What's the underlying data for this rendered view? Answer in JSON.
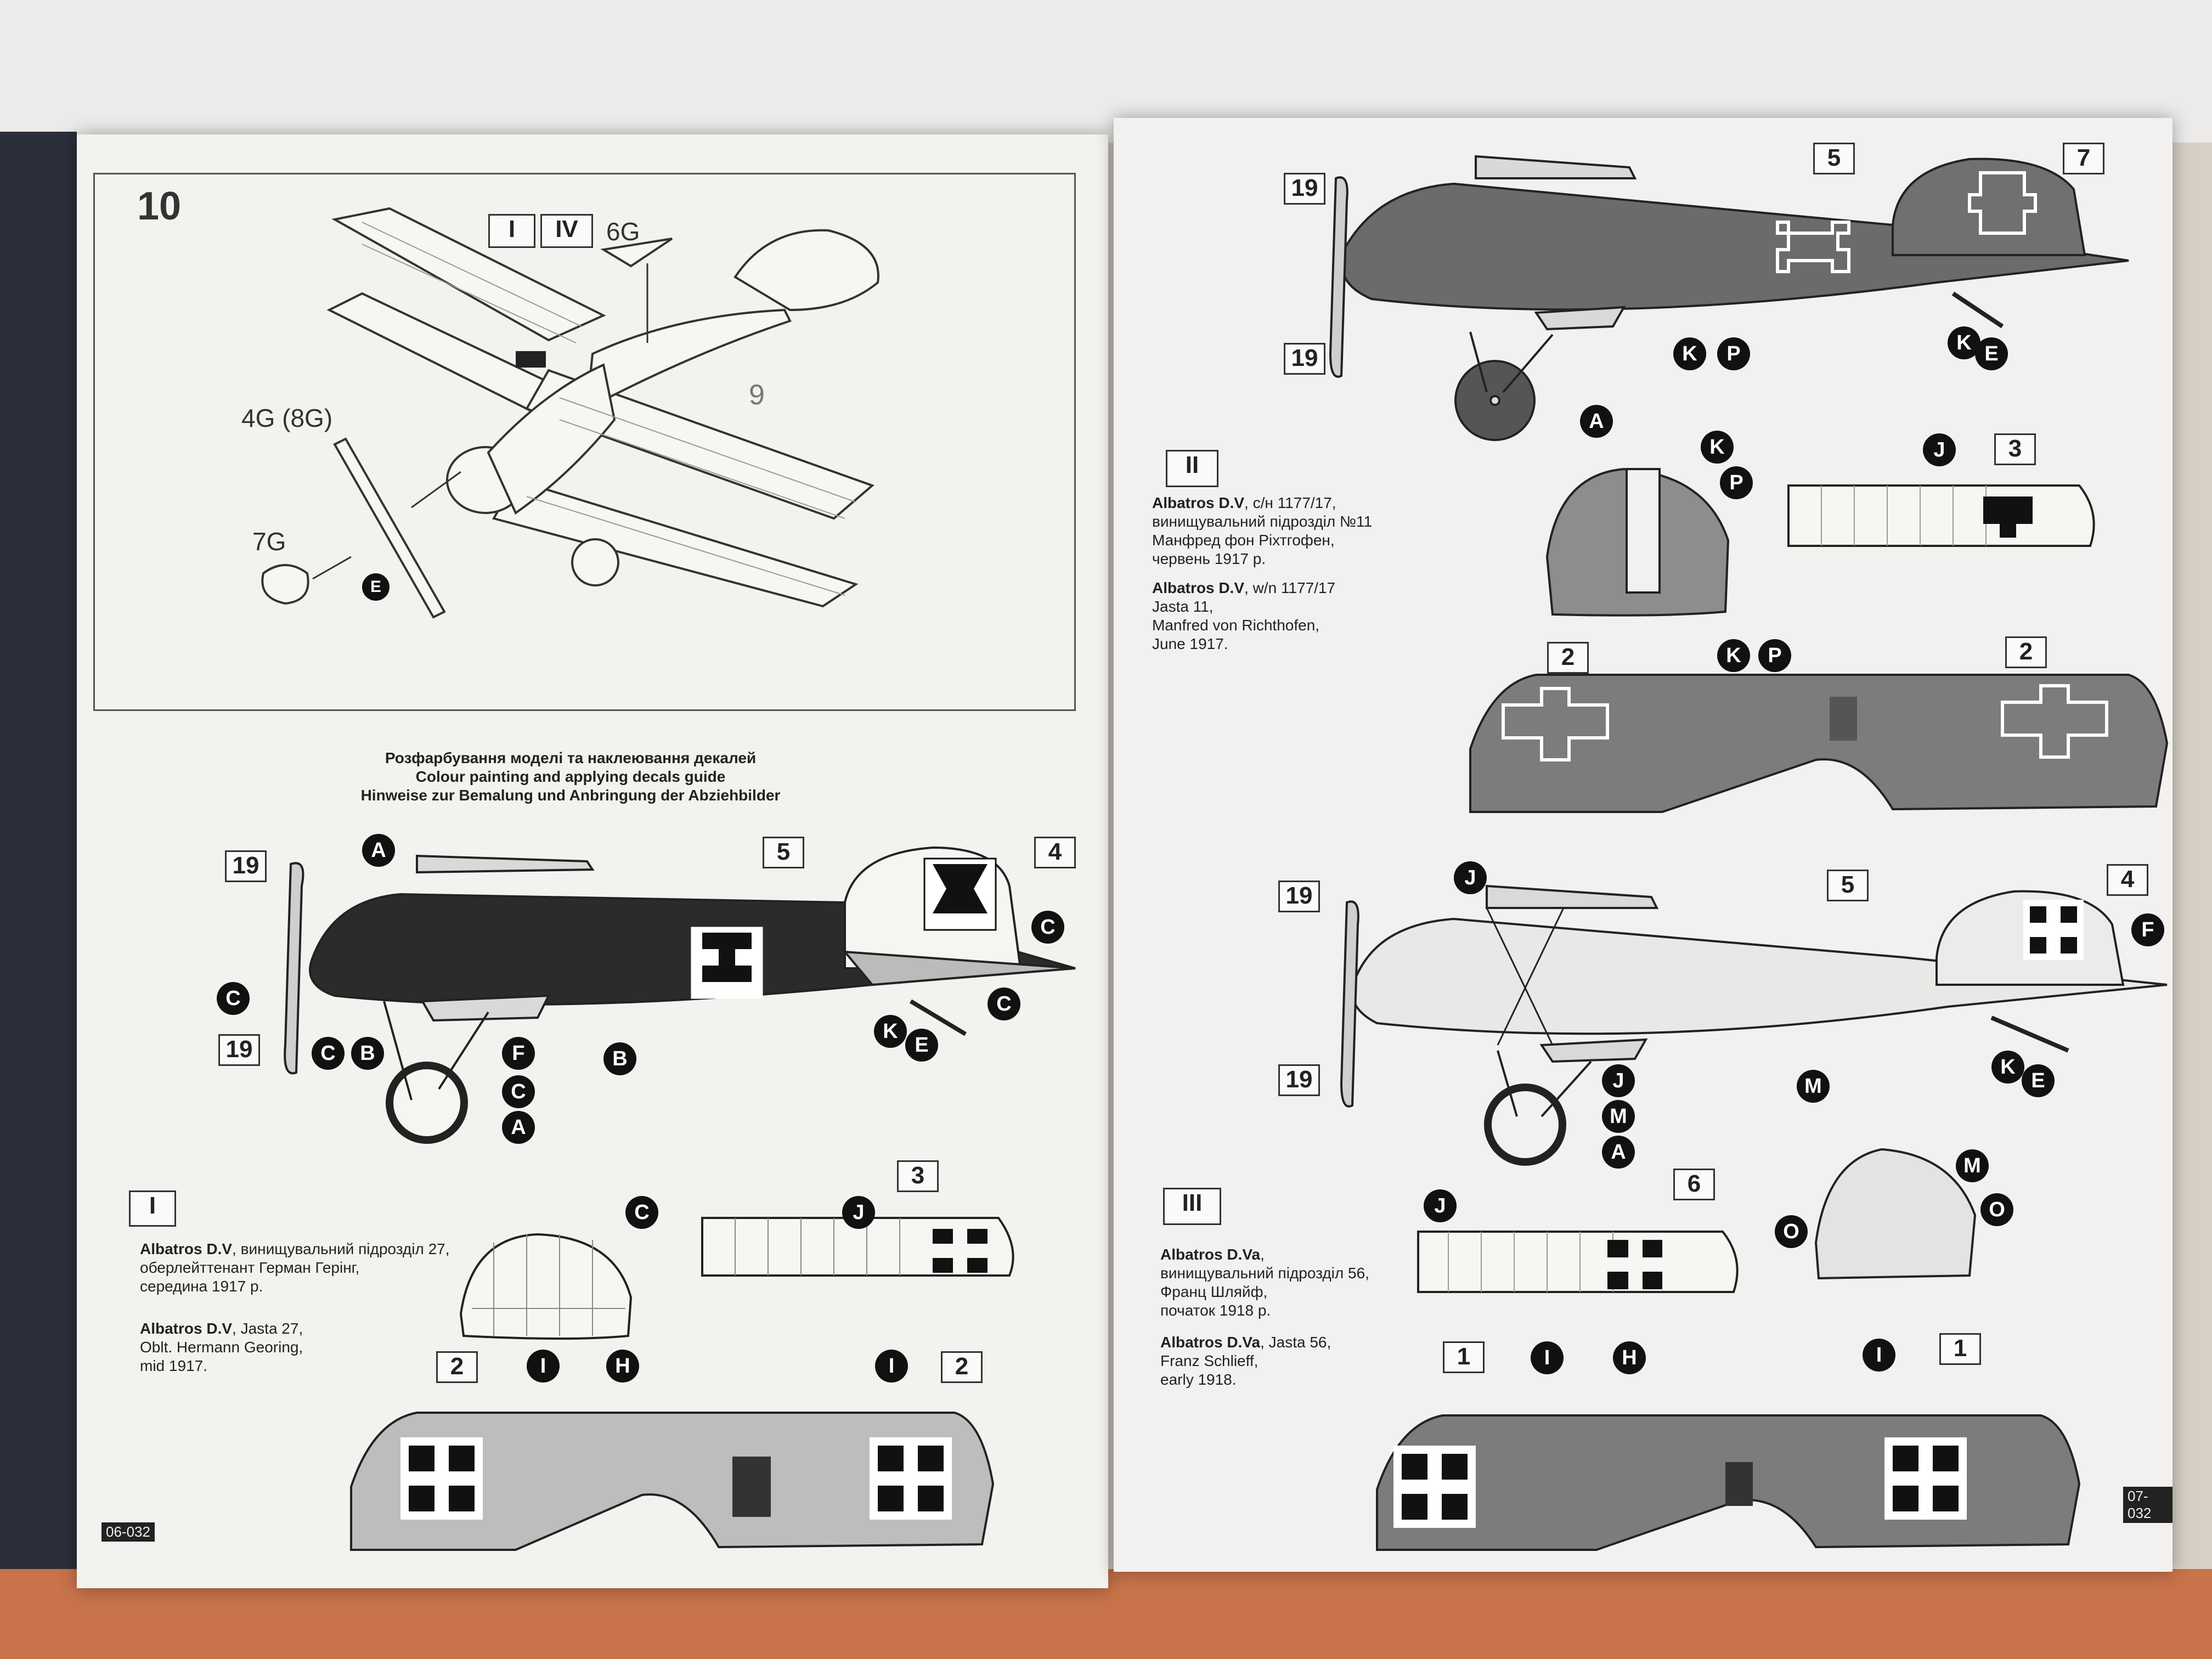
{
  "left_page": {
    "step_number": "10",
    "assembly_labels": {
      "box_i": "I",
      "box_iv": "IV",
      "part_6g": "6G",
      "part_4g": "4G (8G)",
      "part_7g": "7G",
      "part_9": "9",
      "marker_e": "E"
    },
    "guide_title": [
      "Розфарбування моделі та наклеювання декалей",
      "Colour painting  and applying decals guide",
      "Hinweise zur Bemalung und Anbringung der Abziehbilder"
    ],
    "scheme_number": "I",
    "scheme_text_ua": {
      "name": "Albatros D.V",
      "rest1": ", винищувальний підрозділ 27,",
      "line2": "оберлейттенант Герман Герінг,",
      "line3": "середина 1917 р."
    },
    "scheme_text_en": {
      "name": "Albatros D.V",
      "rest1": ", Jasta 27,",
      "line2": "Oblt. Hermann Georing,",
      "line3": "mid 1917."
    },
    "decals": {
      "d19a": "19",
      "d19b": "19",
      "d5": "5",
      "d4": "4",
      "d3": "3",
      "d2a": "2",
      "d2b": "2"
    },
    "colour_keys": {
      "A1": "A",
      "A2": "A",
      "C1": "C",
      "C2": "C",
      "C3": "C",
      "C4": "C",
      "C5": "C",
      "C6": "C",
      "B1": "B",
      "B2": "B",
      "F": "F",
      "K": "K",
      "E": "E",
      "J": "J",
      "I1": "I",
      "I2": "I",
      "H": "H"
    },
    "page_code": "06-032"
  },
  "right_page": {
    "scheme_ii_number": "II",
    "scheme_ii_ua": {
      "name": "Albatros D.V",
      "rest1": ", с/н 1177/17,",
      "line2": "винищувальний підрозділ №11",
      "line3": "Манфред фон Ріхтгофен,",
      "line4": "червень 1917 р."
    },
    "scheme_ii_en": {
      "name": "Albatros D.V",
      "rest1": ", w/n 1177/17",
      "line2": "Jasta 11,",
      "line3": "Manfred von Richthofen,",
      "line4": "June 1917."
    },
    "scheme_iii_number": "III",
    "scheme_iii_ua": {
      "name": "Albatros D.Va",
      "rest1": ",",
      "line2": "винищувальний підрозділ 56,",
      "line3": "Франц Шляйф,",
      "line4": "початок 1918 р."
    },
    "scheme_iii_en": {
      "name": "Albatros D.Va",
      "rest1": ", Jasta 56,",
      "line2": "Franz Schlieff,",
      "line3": "early 1918."
    },
    "decals_ii": {
      "d19a": "19",
      "d19b": "19",
      "d5": "5",
      "d7": "7",
      "d3": "3",
      "d2a": "2",
      "d2b": "2"
    },
    "decals_iii": {
      "d19a": "19",
      "d19b": "19",
      "d5": "5",
      "d4": "4",
      "d6": "6",
      "d1a": "1",
      "d1b": "1"
    },
    "colour_keys_ii": {
      "K1": "K",
      "P1": "P",
      "K2": "K",
      "E1": "E",
      "A1": "A",
      "K3": "K",
      "P2": "P",
      "J1": "J",
      "K4": "K",
      "P3": "P"
    },
    "colour_keys_iii": {
      "J1": "J",
      "F": "F",
      "K": "K",
      "E": "E",
      "J2": "J",
      "M1": "M",
      "M2": "M",
      "A": "A",
      "J3": "J",
      "M3": "M",
      "O1": "O",
      "O2": "O",
      "I1": "I",
      "H": "H",
      "I2": "I"
    },
    "page_code": "07-032"
  }
}
